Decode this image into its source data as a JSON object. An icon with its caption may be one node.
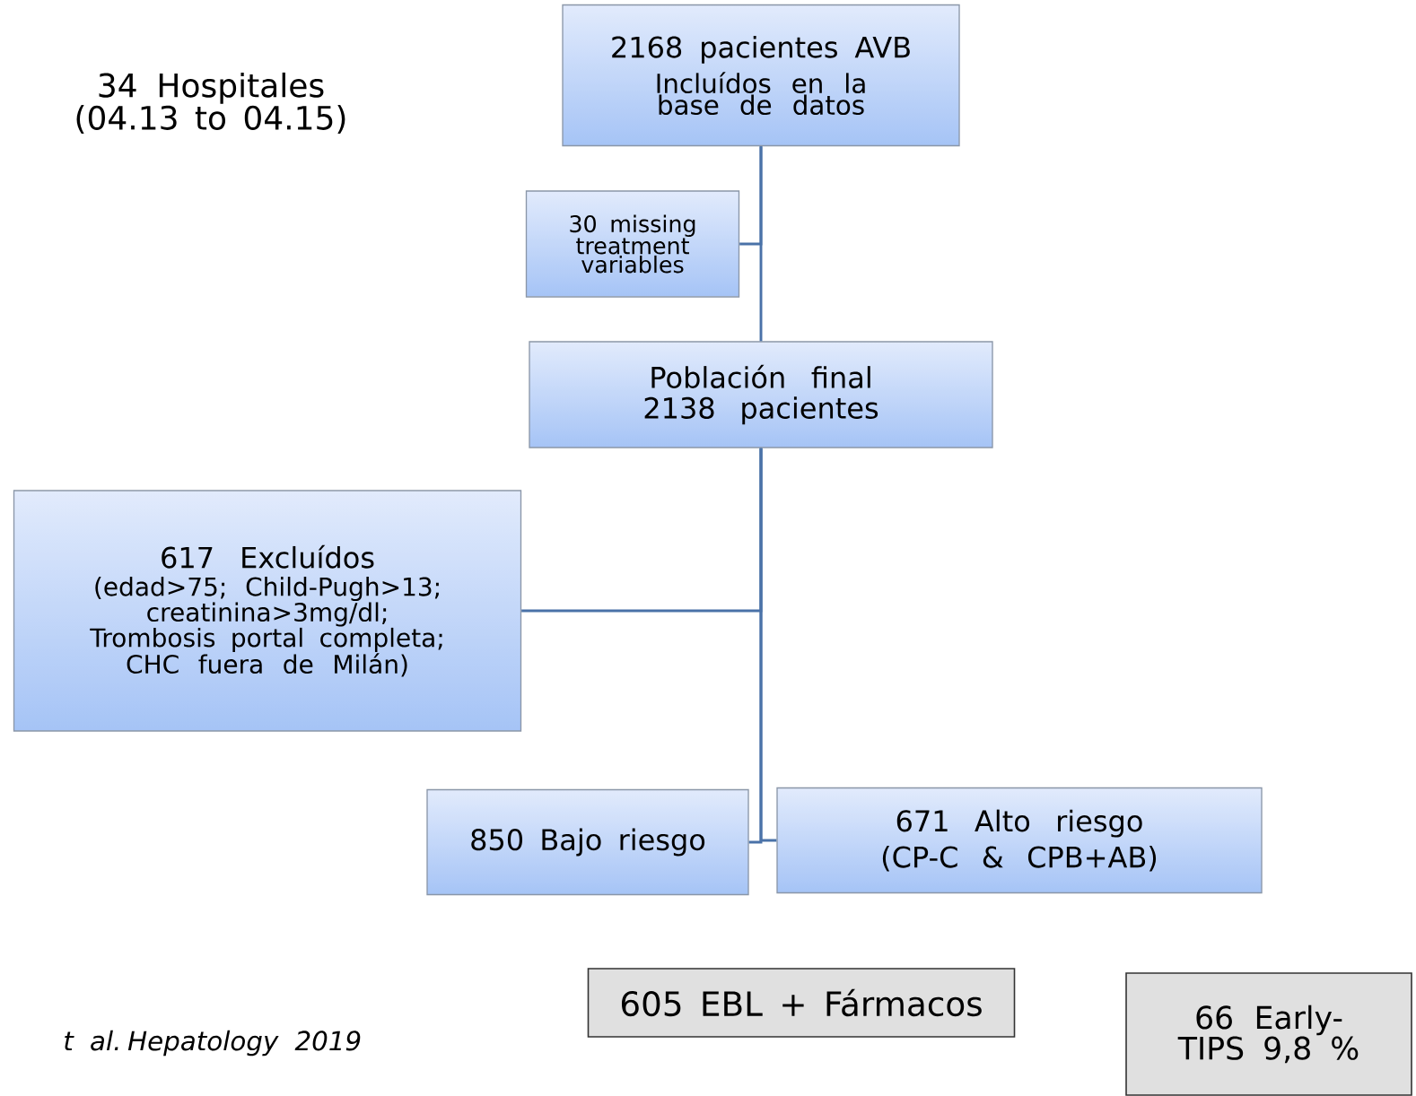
{
  "diagram": {
    "nodes": [
      {
        "text": [
          "2168 pacientes AVB",
          "Incluídos en la base de datos"
        ]
      },
      {
        "text": [
          "30 missing treatment variables"
        ]
      },
      {
        "text": [
          "Población final",
          "2138 pacientes"
        ]
      },
      {
        "text": [
          "617 Excluídos",
          "(edad>75; Child-Pugh>13; creatinina>3mg/dl; Trombosis portal completa; CHC fuera de Milán)"
        ]
      },
      {
        "text": [
          "850 Bajo riesgo"
        ]
      },
      {
        "text": [
          "671 Alto riesgo",
          "(CP-C & CPB+AB)"
        ]
      },
      {
        "text": [
          "605 EBL + Fármacos"
        ]
      },
      {
        "text": [
          "66 Early-TIPS 9,8 %"
        ]
      }
    ],
    "edges": [
      {
        "from": 0,
        "to": 1,
        "arrow": "none"
      },
      {
        "from": 0,
        "to": 2,
        "arrow": "none"
      },
      {
        "from": 2,
        "to": 3,
        "arrow": "none"
      },
      {
        "from": 2,
        "to": 4,
        "arrow": "none"
      },
      {
        "from": 2,
        "to": 5,
        "arrow": "none"
      }
    ],
    "labels": [
      "34 Hospitales (04.13 to 04.15)",
      "t al. Hepatology 2019"
    ]
  }
}
